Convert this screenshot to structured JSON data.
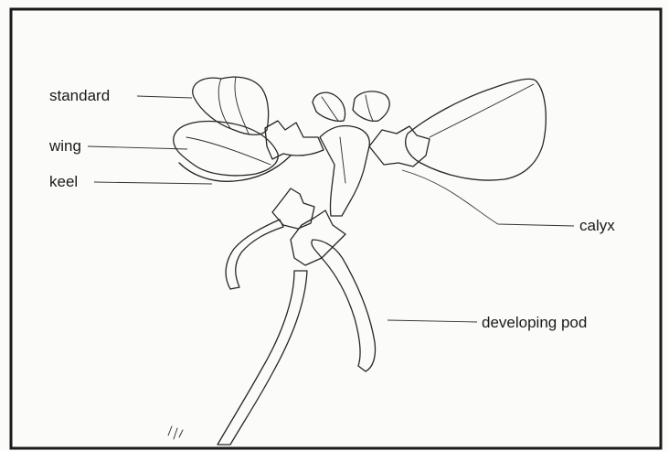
{
  "diagram": {
    "labels": {
      "standard": "standard",
      "wing": "wing",
      "keel": "keel",
      "calyx": "calyx",
      "developing_pod": "developing pod"
    }
  }
}
